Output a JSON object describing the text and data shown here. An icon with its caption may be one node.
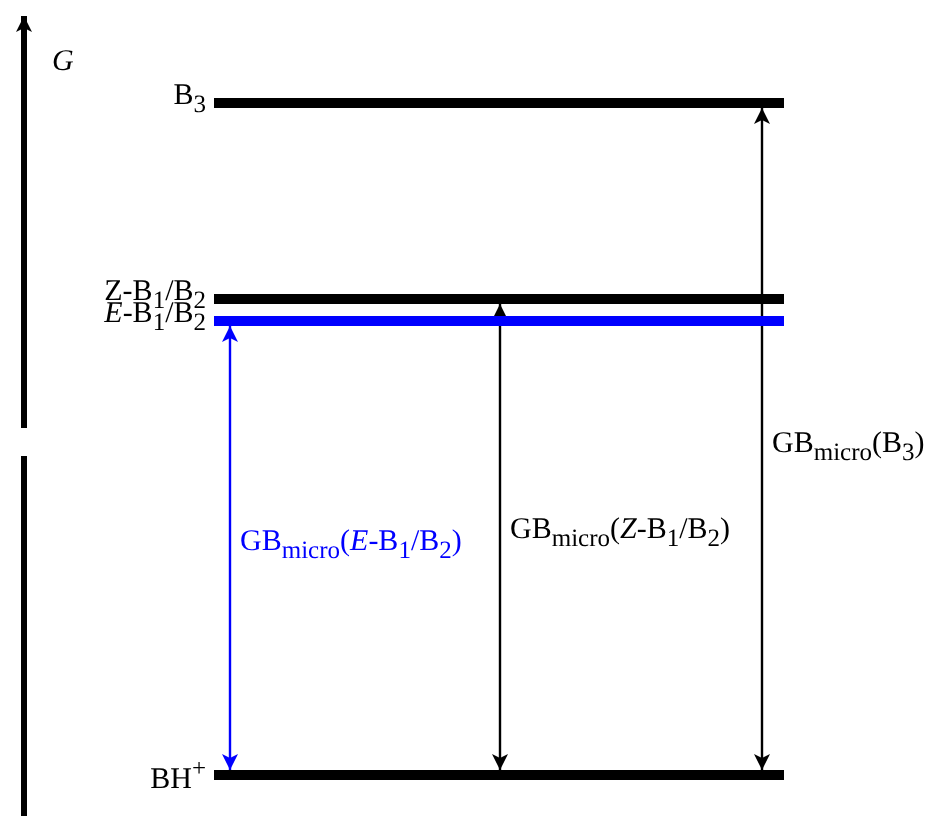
{
  "diagram": {
    "nodes": [
      {
        "text": [
          "B$_{3}$"
        ]
      },
      {
        "text": [
          "Z-B$_{1}$/B$_{2}$"
        ]
      },
      {
        "text": [
          "*E*-B$_{1}$/B$_{2}$"
        ]
      },
      {
        "text": [
          "BH$^{+}$"
        ]
      }
    ],
    "edges": [
      {
        "from": 3,
        "to": 2,
        "arrow": "both",
        "label": "GB$_{micro}$(*E*-B$_{1}$/B$_{2}$)",
        "color": "#0000ff"
      },
      {
        "from": 3,
        "to": 1,
        "arrow": "both",
        "label": "GB$_{micro}$(*Z*-B$_{1}$/B$_{2}$)"
      },
      {
        "from": 3,
        "to": 0,
        "arrow": "both",
        "label": "GB$_{micro}$(B$_{3}$)"
      }
    ],
    "labels": [
      "*G*"
    ]
  }
}
